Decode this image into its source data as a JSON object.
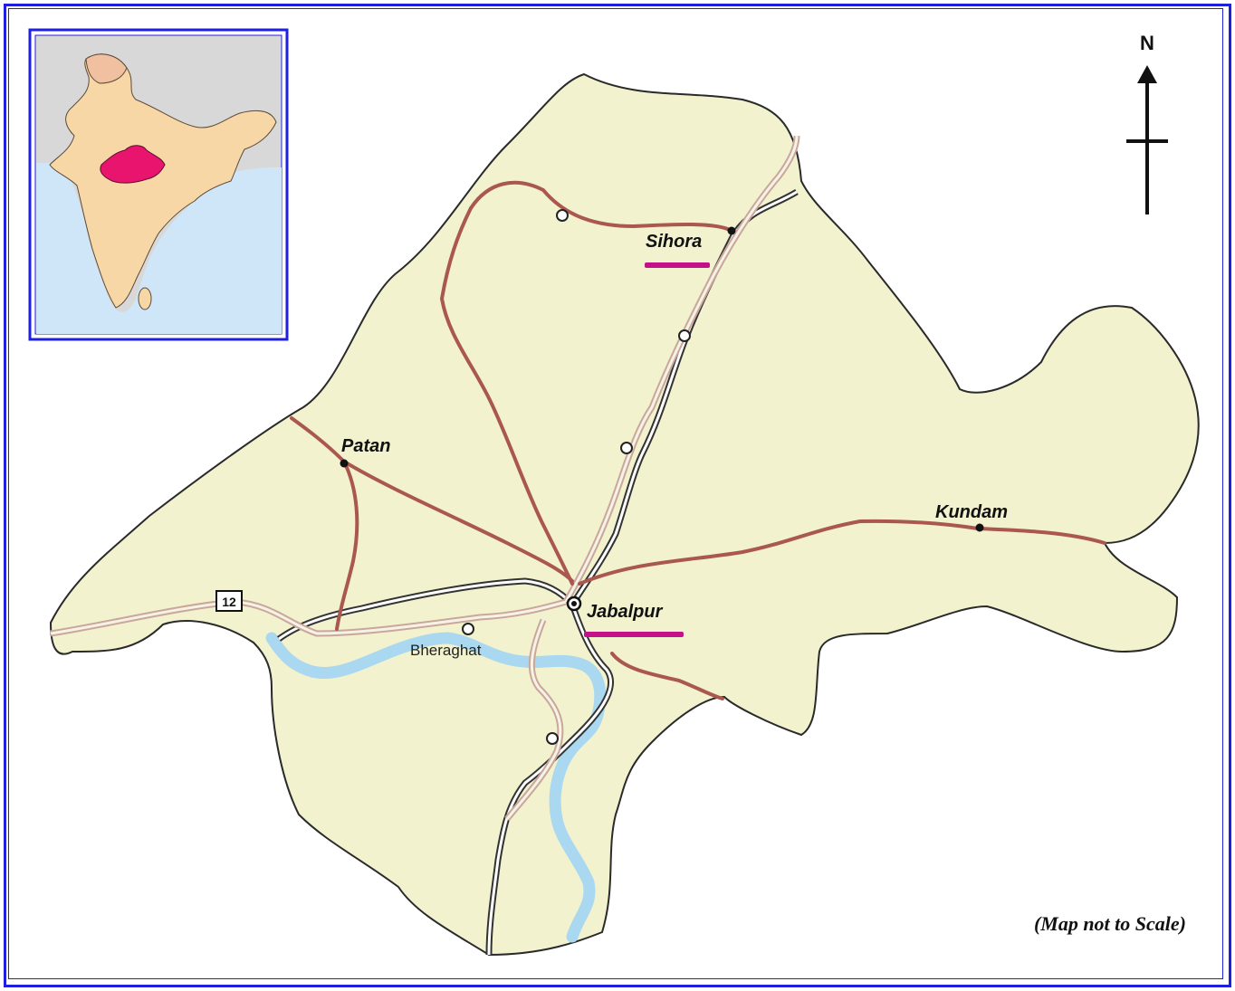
{
  "map": {
    "towns": {
      "sihora": "Sihora",
      "patan": "Patan",
      "kundam": "Kundam",
      "jabalpur": "Jabalpur",
      "bheraghat": "Bheraghat"
    },
    "highway_number": "12",
    "north_label": "N",
    "scale_note": "(Map not to Scale)"
  },
  "colors": {
    "border": "#1f1fe0",
    "district_fill": "#f2f2cf",
    "road": "#a9574f",
    "river": "#a9d8f0",
    "highlight": "#c4118a",
    "inset_state": "#e8146e",
    "inset_land": "#f7d7a5",
    "inset_sea": "#cfe6f8"
  },
  "icons": [
    "north-arrow-icon",
    "town-dot-icon",
    "station-circle-icon",
    "highway-shield-icon"
  ]
}
